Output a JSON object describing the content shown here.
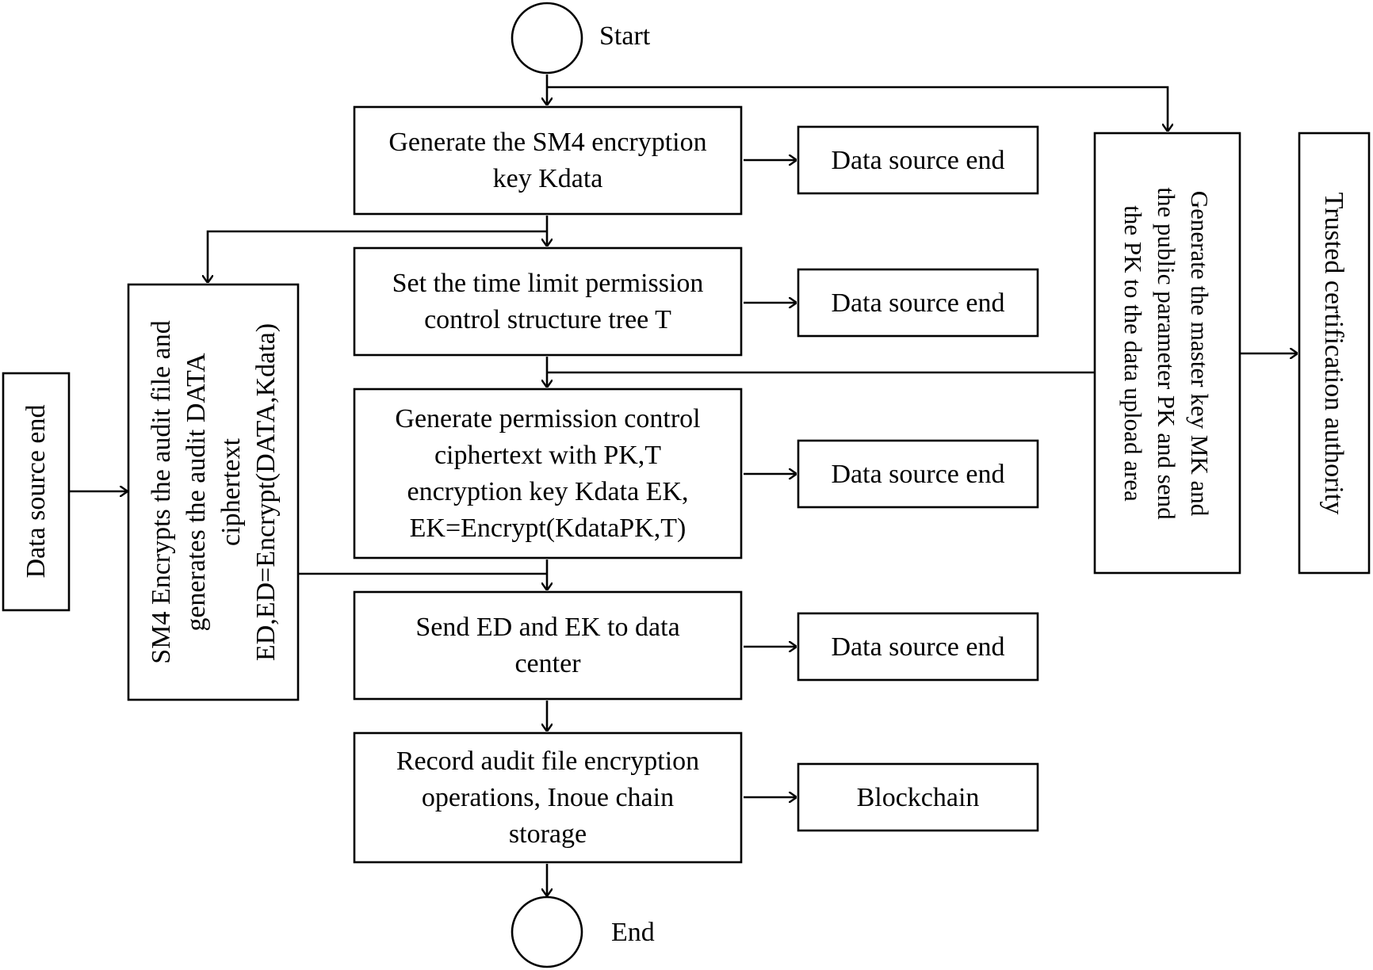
{
  "diagram": {
    "start_label": "Start",
    "end_label": "End",
    "main_steps": [
      {
        "id": "gen-key",
        "lines": [
          "Generate the SM4 encryption",
          "key Kdata"
        ]
      },
      {
        "id": "set-tree",
        "lines": [
          "Set the time limit permission",
          "control structure tree T"
        ]
      },
      {
        "id": "gen-ciphertext",
        "lines": [
          "Generate permission control",
          "ciphertext with PK,T",
          "encryption key Kdata EK,",
          "EK=Encrypt(KdataPK,T)"
        ]
      },
      {
        "id": "send",
        "lines": [
          "Send ED and EK to data",
          "center"
        ]
      },
      {
        "id": "record",
        "lines": [
          "Record audit file encryption",
          "operations, Inoue chain",
          "storage"
        ]
      }
    ],
    "side_nodes": [
      {
        "id": "ds-1",
        "lines": [
          "Data source end"
        ]
      },
      {
        "id": "ds-2",
        "lines": [
          "Data source end"
        ]
      },
      {
        "id": "ds-3",
        "lines": [
          "Data source end"
        ]
      },
      {
        "id": "ds-4",
        "lines": [
          "Data source end"
        ]
      },
      {
        "id": "blockchain",
        "lines": [
          "Blockchain"
        ]
      }
    ],
    "left_source": {
      "lines": [
        "Data source end"
      ]
    },
    "sm4_encrypt": {
      "lines": [
        "SM4 Encrypts the audit file and",
        "generates the audit DATA",
        "ciphertext",
        "ED,ED=Encrypt(DATA,Kdata)"
      ]
    },
    "master_key": {
      "lines": [
        "Generate the master key MK and",
        "the public parameter PK and send",
        "the PK to the data upload area"
      ]
    },
    "authority": {
      "lines": [
        "Trusted certification authority"
      ]
    }
  }
}
